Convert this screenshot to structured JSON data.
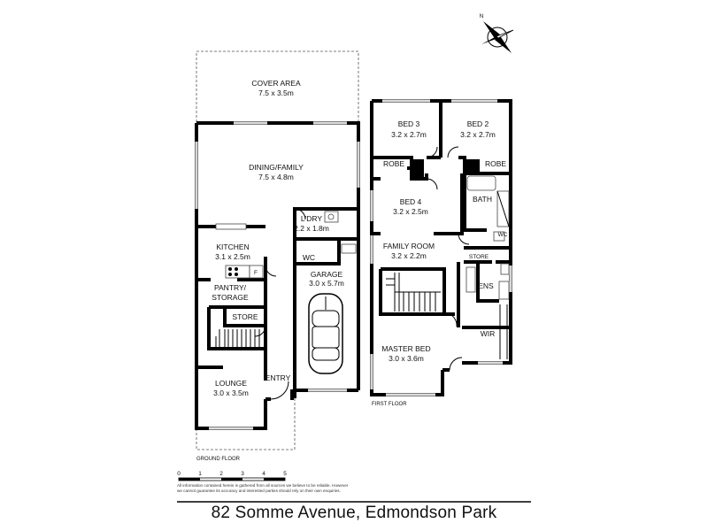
{
  "floors": {
    "ground": {
      "label": "GROUND FLOOR",
      "rooms": {
        "cover_area": {
          "name": "COVER AREA",
          "size": "7.5 x 3.5m"
        },
        "dining_family": {
          "name": "DINING/FAMILY",
          "size": "7.5 x 4.8m"
        },
        "kitchen": {
          "name": "KITCHEN",
          "size": "3.1 x 2.5m"
        },
        "pantry": {
          "name": "PANTRY/",
          "name2": "STORAGE"
        },
        "store": {
          "name": "STORE"
        },
        "laundry": {
          "name": "L'DRY",
          "size": "2.2 x 1.8m"
        },
        "wc": {
          "name": "WC"
        },
        "garage": {
          "name": "GARAGE",
          "size": "3.0 x 5.7m"
        },
        "lounge": {
          "name": "LOUNGE",
          "size": "3.0 x 3.5m"
        },
        "entry": {
          "name": "ENTRY"
        }
      },
      "fridge_label": "F"
    },
    "first": {
      "label": "FIRST FLOOR",
      "rooms": {
        "bed3": {
          "name": "BED 3",
          "size": "3.2 x 2.7m"
        },
        "bed2": {
          "name": "BED 2",
          "size": "3.2 x 2.7m"
        },
        "robe_left": {
          "name": "ROBE"
        },
        "robe_right": {
          "name": "ROBE"
        },
        "bed4": {
          "name": "BED 4",
          "size": "3.2 x 2.5m"
        },
        "bath": {
          "name": "BATH"
        },
        "wc": {
          "name": "WC"
        },
        "family_room": {
          "name": "FAMILY ROOM",
          "size": "3.2 x 2.2m"
        },
        "store": {
          "name": "STORE"
        },
        "ens": {
          "name": "ENS"
        },
        "wir": {
          "name": "WIR"
        },
        "master_bed": {
          "name": "MASTER BED",
          "size": "3.0 x 3.6m"
        }
      }
    }
  },
  "compass": {
    "north_label": "N"
  },
  "scale": {
    "ticks": [
      "0",
      "1",
      "2",
      "3",
      "4",
      "5"
    ]
  },
  "disclaimer": "All information contained herein is gathered from all sources we believe to be reliable. However we cannot guarantee its accuracy and interested parties should rely on their own enquiries.",
  "address": "82 Somme Avenue, Edmondson Park"
}
